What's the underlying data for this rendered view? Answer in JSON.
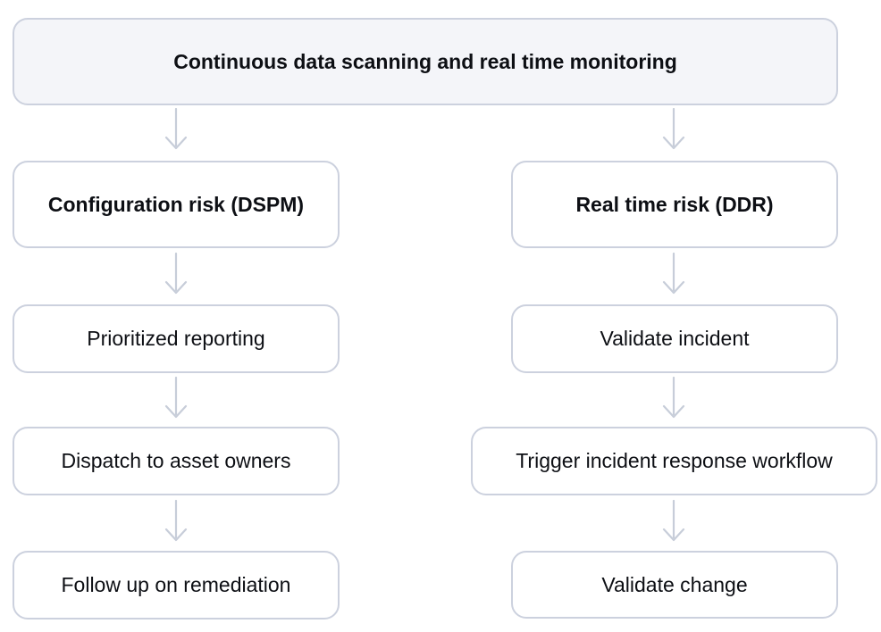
{
  "diagram": {
    "title_node": "Continuous data scanning and real time monitoring",
    "columns": [
      {
        "id": "dspm",
        "header": "Configuration risk (DSPM)",
        "steps": [
          "Prioritized reporting",
          "Dispatch to asset owners",
          "Follow up on remediation"
        ]
      },
      {
        "id": "ddr",
        "header": "Real time risk (DDR)",
        "steps": [
          "Validate incident",
          "Trigger incident response workflow",
          "Validate change"
        ]
      }
    ],
    "colors": {
      "root_fill": "#f4f5f9",
      "node_fill": "#ffffff",
      "node_border": "#ccd1de",
      "arrow": "#c7cdd9",
      "text": "#0d0f14"
    }
  }
}
